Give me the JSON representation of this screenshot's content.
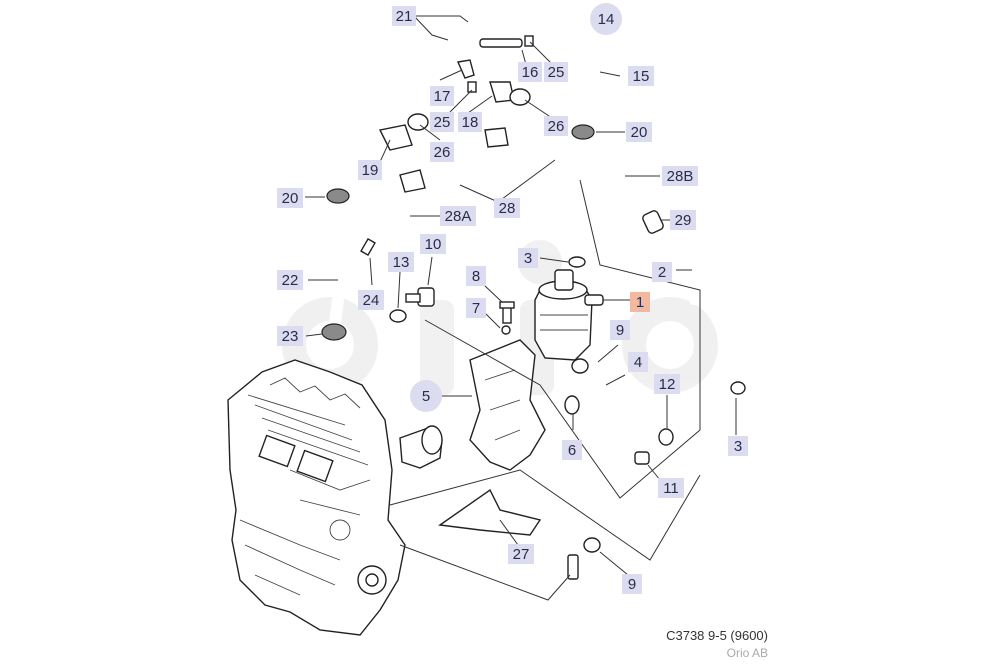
{
  "callouts": {
    "p1": "1",
    "p2": "2",
    "p3a": "3",
    "p3b": "3",
    "p4": "4",
    "p5": "5",
    "p6": "6",
    "p7": "7",
    "p8": "8",
    "p9a": "9",
    "p9b": "9",
    "p10": "10",
    "p11": "11",
    "p12": "12",
    "p13": "13",
    "p14": "14",
    "p15": "15",
    "p16": "16",
    "p17": "17",
    "p18": "18",
    "p19": "19",
    "p20a": "20",
    "p20b": "20",
    "p21": "21",
    "p22": "22",
    "p23": "23",
    "p24": "24",
    "p25a": "25",
    "p25b": "25",
    "p26a": "26",
    "p26b": "26",
    "p27": "27",
    "p28": "28",
    "p28a": "28A",
    "p28b": "28B",
    "p29": "29"
  },
  "highlight_color": "#f2b8a0",
  "label_bg_color": "#dcdcf0",
  "watermark_text": "orio",
  "footer": {
    "code": "C3738 9-5 (9600)",
    "brand": "Orio AB"
  }
}
